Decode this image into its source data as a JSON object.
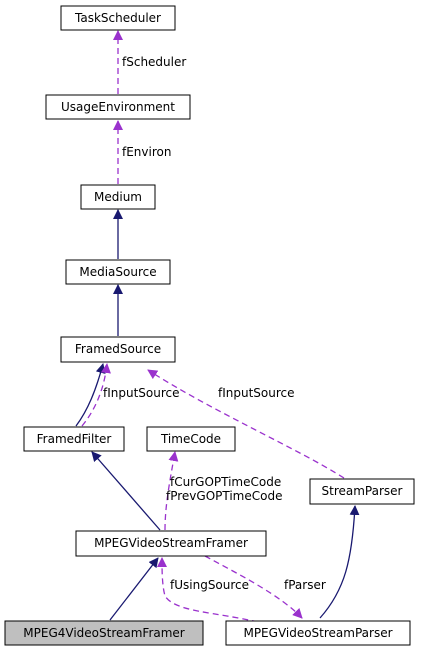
{
  "nodes": {
    "task_scheduler": "TaskScheduler",
    "usage_environment": "UsageEnvironment",
    "medium": "Medium",
    "media_source": "MediaSource",
    "framed_source": "FramedSource",
    "framed_filter": "FramedFilter",
    "time_code": "TimeCode",
    "stream_parser": "StreamParser",
    "mpeg_video_stream_framer": "MPEGVideoStreamFramer",
    "mpeg4_video_stream_framer": "MPEG4VideoStreamFramer",
    "mpeg_video_stream_parser": "MPEGVideoStreamParser"
  },
  "edge_labels": {
    "f_scheduler": "fScheduler",
    "f_environ": "fEnviron",
    "f_input_source_left": "fInputSource",
    "f_input_source_right": "fInputSource",
    "f_cur_gop_time_code": "fCurGOPTimeCode",
    "f_prev_gop_time_code": "fPrevGOPTimeCode",
    "f_using_source": "fUsingSource",
    "f_parser": "fParser"
  },
  "colors": {
    "inheritance_edge": "#191970",
    "usage_edge": "#9a32cd",
    "highlighted_node_fill": "#bfbfbf"
  }
}
